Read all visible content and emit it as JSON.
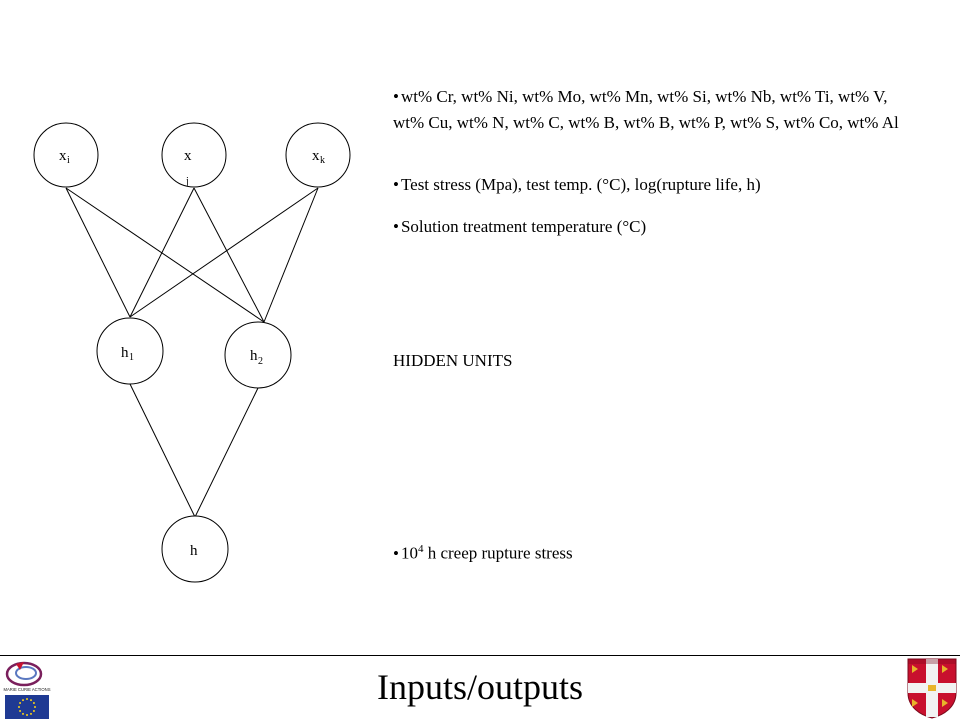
{
  "diagram": {
    "inputs": [
      {
        "label": "x",
        "sub": "i"
      },
      {
        "label": "x",
        "sub": "j"
      },
      {
        "label": "x",
        "sub": "k"
      }
    ],
    "hidden": [
      {
        "label": "h",
        "sub": "1"
      },
      {
        "label": "h",
        "sub": "2"
      }
    ],
    "output": {
      "label": "h",
      "sub": ""
    }
  },
  "text": {
    "bullet": "•",
    "inputs_list": "wt%  Cr, wt% Ni,  wt% Mo, wt% Mn, wt% Si, wt% Nb, wt% Ti, wt% V, wt% Cu, wt% N, wt% C, wt% B, wt% B, wt% P, wt% S, wt% Co, wt% Al",
    "test_params": "Test stress (Mpa), test temp. (°C), log(rupture life, h)",
    "solution": "Solution treatment temperature (°C)",
    "hidden_units": "HIDDEN UNITS",
    "output_base": "10",
    "output_exp": "4",
    "output_rest": " h creep rupture stress"
  },
  "footer": {
    "title": "Inputs/outputs",
    "logo_text": "MARIE CURIE ACTIONS"
  },
  "colors": {
    "eu_blue": "#1f3a93",
    "eu_star": "#f7d117",
    "crest_red": "#c8102e",
    "crest_gold": "#e8b42a"
  }
}
